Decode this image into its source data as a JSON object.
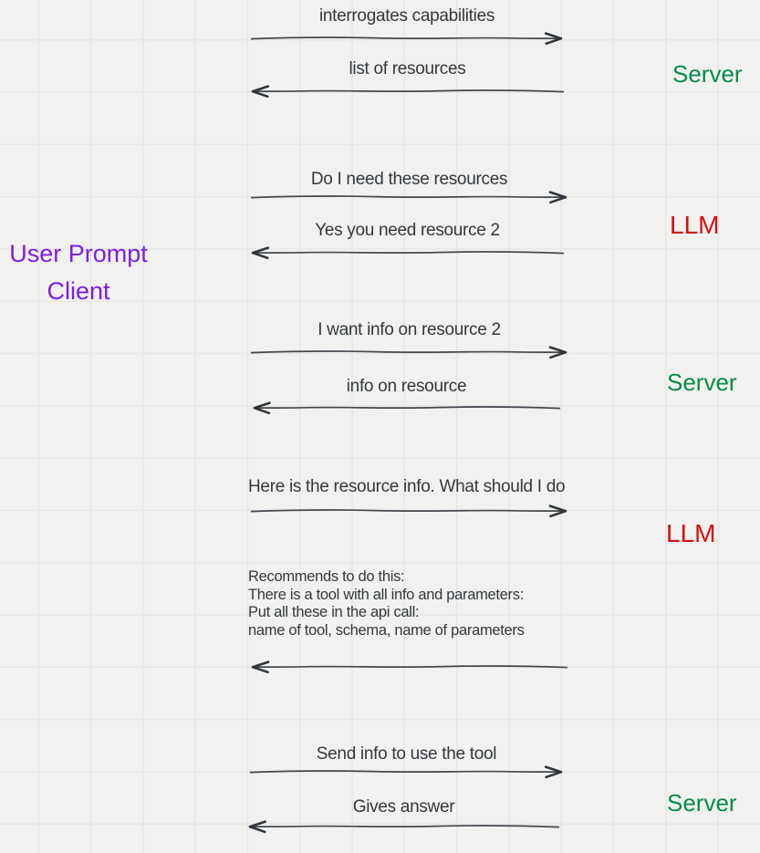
{
  "diagram": {
    "left_actors": [
      {
        "label": "User Prompt"
      },
      {
        "label": "Client"
      }
    ],
    "right_actors": [
      {
        "label": "Server",
        "color": "#078c46"
      },
      {
        "label": "LLM",
        "color": "#d61010"
      },
      {
        "label": "Server",
        "color": "#078c46"
      },
      {
        "label": "LLM",
        "color": "#d61010"
      },
      {
        "label": "Server",
        "color": "#078c46"
      }
    ],
    "messages": [
      {
        "direction": "right",
        "from": "Client",
        "to": "Server",
        "label": "interrogates capabilities"
      },
      {
        "direction": "left",
        "from": "Server",
        "to": "Client",
        "label": "list of resources"
      },
      {
        "direction": "right",
        "from": "Client",
        "to": "LLM",
        "label": "Do I need these resources"
      },
      {
        "direction": "left",
        "from": "LLM",
        "to": "Client",
        "label": "Yes you need resource 2"
      },
      {
        "direction": "right",
        "from": "Client",
        "to": "Server",
        "label": "I want info on resource 2"
      },
      {
        "direction": "left",
        "from": "Server",
        "to": "Client",
        "label": "info on resource"
      },
      {
        "direction": "right",
        "from": "Client",
        "to": "LLM",
        "label": "Here is the resource info. What should I do"
      },
      {
        "direction": "left",
        "from": "LLM",
        "to": "Client",
        "label": "Recommends to do this:\nThere is a tool with all info and parameters:\nPut all these in the api call:\nname of tool, schema, name of parameters"
      },
      {
        "direction": "right",
        "from": "Client",
        "to": "Server",
        "label": "Send info to use the tool"
      },
      {
        "direction": "left",
        "from": "Server",
        "to": "Client",
        "label": "Gives answer"
      }
    ],
    "colors": {
      "canvas_background": "#f1f1f0",
      "grid_line": "#e6e6e5",
      "message_text": "#33383e",
      "arrow_stroke": "#43484d",
      "actor_purple": "#7d1ee3",
      "actor_green": "#078c46",
      "actor_red": "#d61010"
    }
  }
}
